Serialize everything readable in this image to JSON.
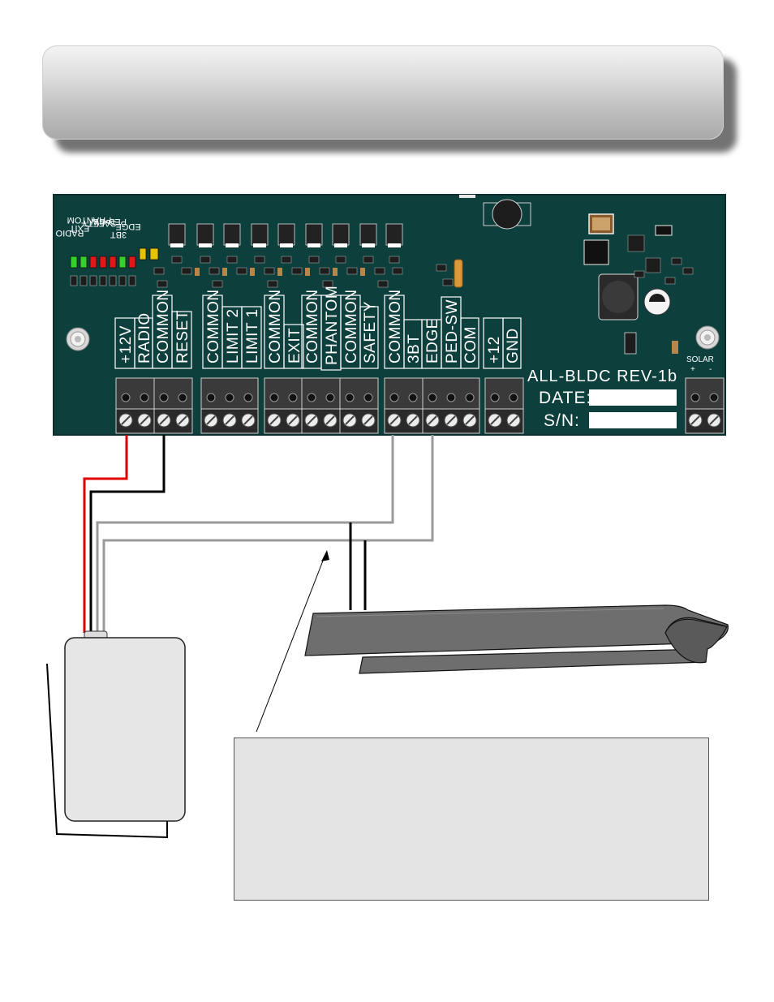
{
  "board": {
    "model": "ALL-BLDC REV-1b",
    "date_label": "DATE:",
    "serial_label": "S/N:",
    "solar_label": "SOLAR",
    "solar_plus": "+",
    "solar_minus": "-",
    "led_labels": [
      "EDGE",
      "3BT",
      "PED-SW",
      "SAFETY",
      "PHANTOM",
      "EXIT",
      "RADIO"
    ],
    "terminal_groups": [
      {
        "labels": [
          "+12V",
          "RADIO"
        ]
      },
      {
        "labels": [
          "COMMON",
          "RESET"
        ]
      },
      {
        "labels": [
          "COMMON",
          "LIMIT 2",
          "LIMIT 1"
        ]
      },
      {
        "labels": [
          "COMMON",
          "EXIT"
        ]
      },
      {
        "labels": [
          "COMMON",
          "PHANTOM"
        ]
      },
      {
        "labels": [
          "COMMON",
          "SAFETY"
        ]
      },
      {
        "labels": [
          "COMMON",
          "3BT"
        ]
      },
      {
        "labels": [
          "EDGE",
          "PED-SW",
          "COM"
        ]
      },
      {
        "labels": [
          "+12",
          "GND"
        ]
      }
    ]
  },
  "colors": {
    "board": "#0d3f3c",
    "board_edge": "#0a2f2d",
    "wire_red": "#e00000",
    "wire_black": "#000000",
    "wire_gray": "#9a9a9a",
    "led_green": "#34d12b",
    "led_red": "#e01818",
    "label_box": "#ffffff"
  },
  "note": {
    "text": ""
  }
}
